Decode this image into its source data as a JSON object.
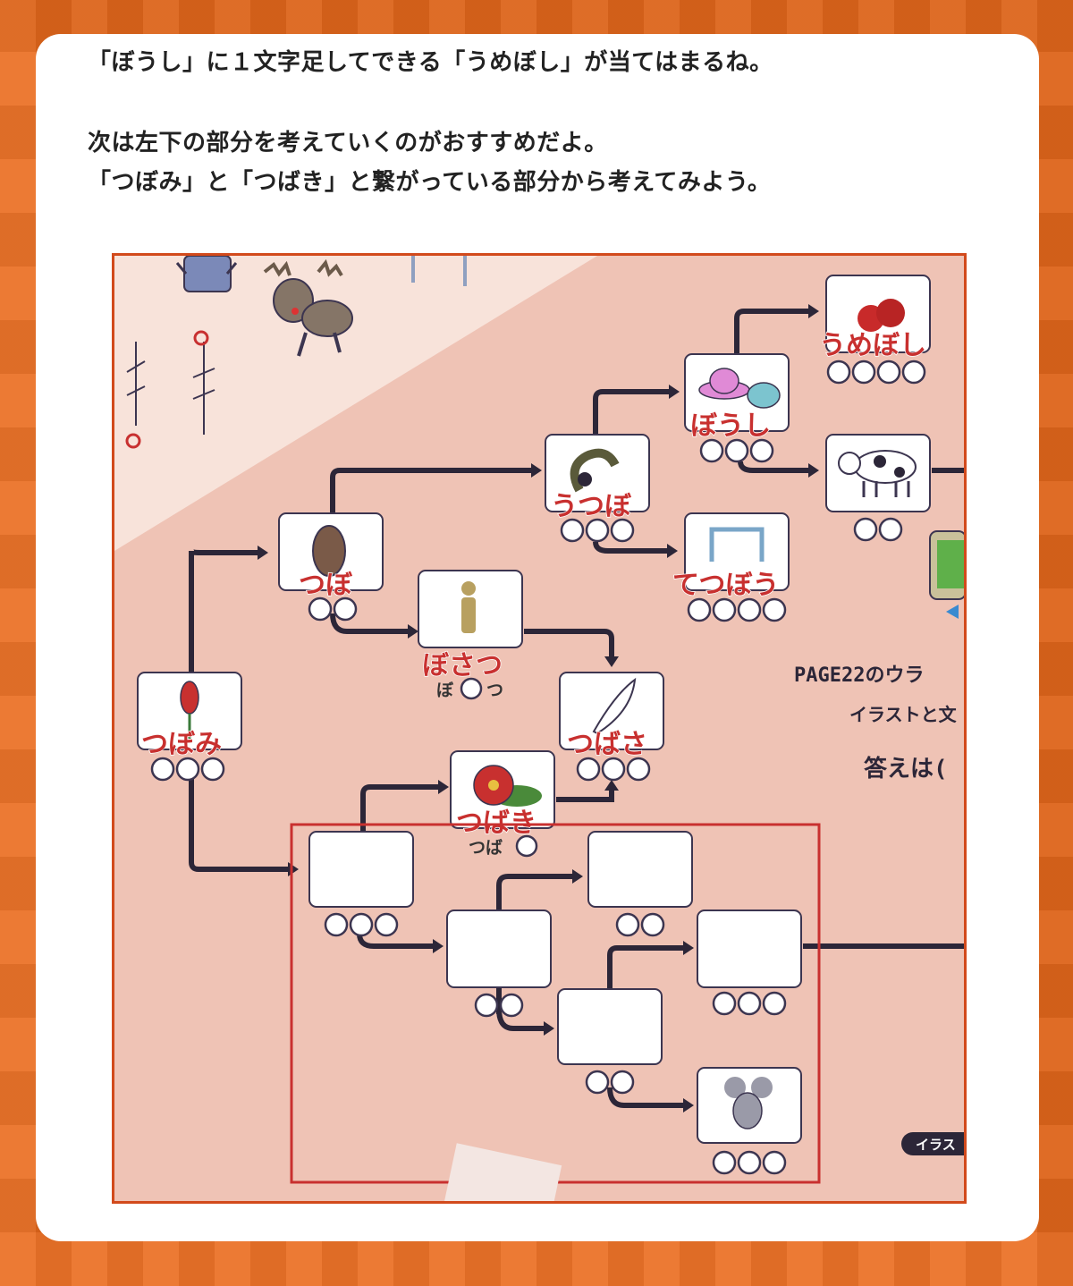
{
  "hints": {
    "line1": "「ぼうし」に１文字足してできる「うめぼし」が当てはまるね。",
    "line2": "次は左下の部分を考えていくのがおすすめだよ。",
    "line3": "「つぼみ」と「つばき」と繋がっている部分から考えてみよう。"
  },
  "puzzle": {
    "words": {
      "umeboshi": "うめぼし",
      "boushi": "ぼうし",
      "utsubo": "うつぼ",
      "tetsubou": "てつぼう",
      "tsubo": "つぼ",
      "bosatsu": "ぼさつ",
      "tsubasa": "つばさ",
      "tsubomi": "つぼみ",
      "tsubaki": "つばき"
    },
    "partial_hints": {
      "bosatsu_b": "ぼ",
      "bosatsu_t": "つ",
      "tsubaki_prefix": "つば"
    },
    "side_text": {
      "page": "PAGE22のウラ",
      "illust": "イラストと文",
      "answer": "答えは(",
      "illust_tab": "イラス"
    }
  },
  "colors": {
    "frame": "#d24a1c",
    "label": "#c8302f",
    "board": "#efc3b5"
  }
}
